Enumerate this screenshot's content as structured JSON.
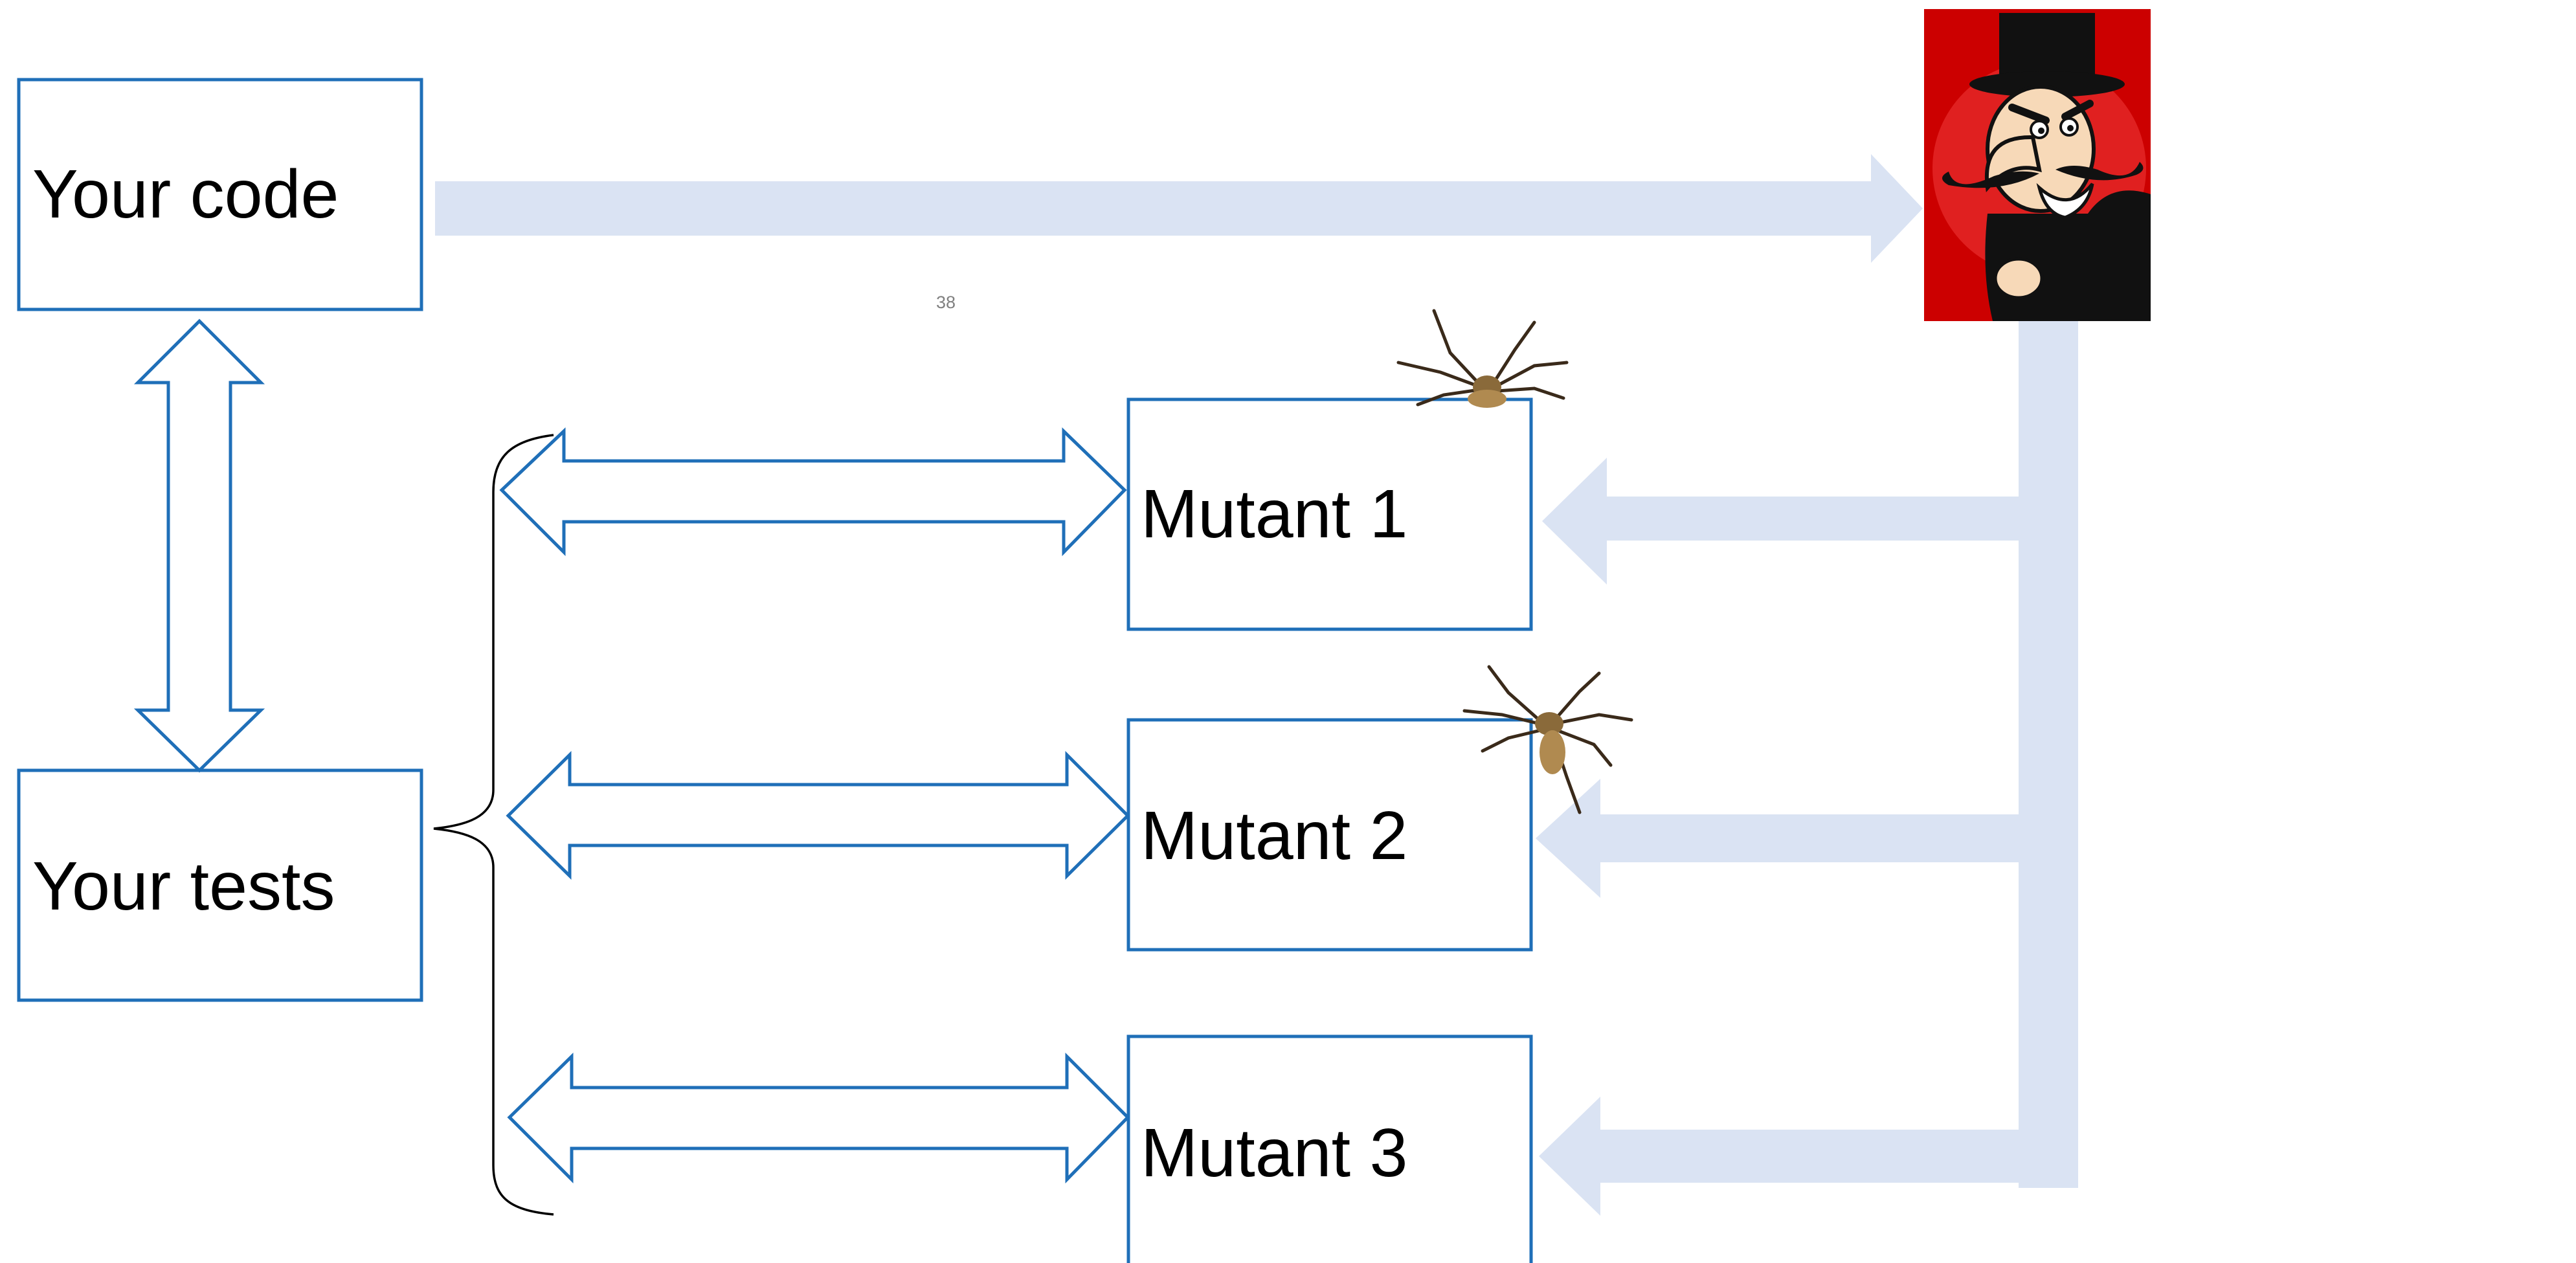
{
  "slide": {
    "page_number": "38"
  },
  "boxes": {
    "your_code": "Your code",
    "your_tests": "Your tests",
    "mutant_1": "Mutant 1",
    "mutant_2": "Mutant 2",
    "mutant_3": "Mutant 3"
  },
  "images": {
    "villain": "villain-cartoon-icon",
    "spider": "spider-icon"
  },
  "colors": {
    "box_stroke": "#1F6FB8",
    "flow_arrow": "#DAE3F3",
    "villain_bg": "#CC0000"
  }
}
